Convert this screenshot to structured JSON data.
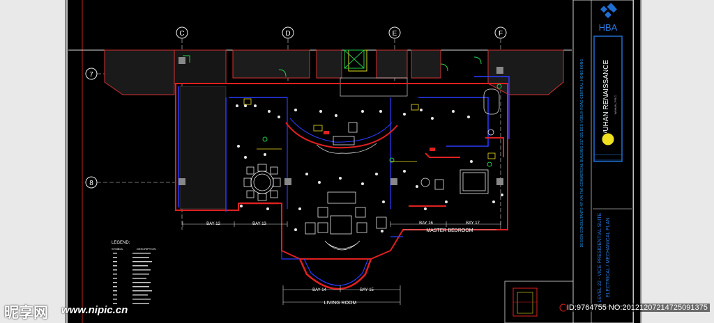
{
  "grid": {
    "columns": [
      "C",
      "D",
      "E",
      "F"
    ],
    "rows": [
      "7",
      "8"
    ]
  },
  "bays": [
    "BAY 12",
    "BAY 13",
    "BAY 16",
    "BAY 17",
    "BAY 14",
    "BAY 15"
  ],
  "rooms": {
    "master_bedroom": "MASTER BEDROOM",
    "living_room": "LIVING ROOM"
  },
  "legend": {
    "title": "LEGEND:",
    "headers": [
      "SYMBOL",
      "DESCRIPTION"
    ]
  },
  "title_block": {
    "logo_text": "HBA",
    "project": "WUHAN RENAISSANCE",
    "project_location": "WUHAN, P.R.C.",
    "consultant_strip": "DESIGN CONSULTANTS  4/F KAI TAK COMMERCIAL BUILDING 317-321 DES VOEUX ROAD CENTRAL, HONG KONG",
    "sheet_title_line1": "LEVEL 22 - VICE PRESIDENTIAL SUITE",
    "sheet_title_line2": "ELECTRICAL / MECHANICAL PLAN"
  },
  "watermark": {
    "brand": "昵享网",
    "url": "www.nipic.cn",
    "id_text": "ID:9764755 NO:20121207214725091375"
  },
  "colors": {
    "background": "#000000",
    "border": "#ffffff",
    "wall_red": "#e01010",
    "wall_blue": "#2b3cff",
    "furniture": "#e8e8e8",
    "fixtures_green": "#22d04a",
    "fixtures_yellow": "#f0e020",
    "accent_blue": "#1f6fd0"
  }
}
